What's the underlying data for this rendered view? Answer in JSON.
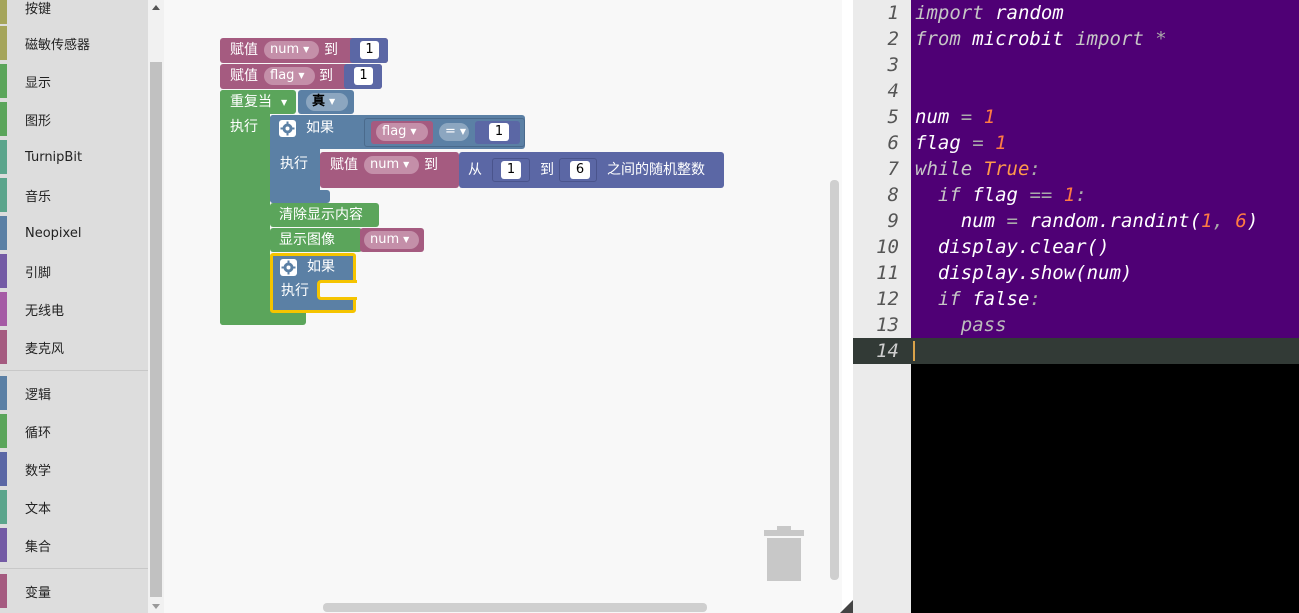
{
  "toolbox": {
    "categories": [
      {
        "label": "按键",
        "color": "#a5a55b"
      },
      {
        "label": "磁敏传感器",
        "color": "#a5a55b"
      },
      {
        "label": "显示",
        "color": "#5ba55b"
      },
      {
        "label": "图形",
        "color": "#5ba55b"
      },
      {
        "label": "TurnipBit",
        "color": "#5ba58c"
      },
      {
        "label": "音乐",
        "color": "#5ba58c"
      },
      {
        "label": "Neopixel",
        "color": "#5b80a5"
      },
      {
        "label": "引脚",
        "color": "#745ba5"
      },
      {
        "label": "无线电",
        "color": "#a55ba5"
      },
      {
        "label": "麦克风",
        "color": "#a55b80"
      },
      {
        "label": "逻辑",
        "color": "#5b80a5"
      },
      {
        "label": "循环",
        "color": "#5ba55b"
      },
      {
        "label": "数学",
        "color": "#5b67a5"
      },
      {
        "label": "文本",
        "color": "#5ba58c"
      },
      {
        "label": "集合",
        "color": "#745ba5"
      },
      {
        "label": "变量",
        "color": "#a55b80"
      }
    ]
  },
  "blocks": {
    "assign": "赋值",
    "to": "到",
    "var_num": "num",
    "var_flag": "flag",
    "one": "1",
    "repeat_while": "重复当",
    "true_val": "真",
    "do": "执行",
    "if": "如果",
    "eq": "=",
    "from": "从",
    "six": "6",
    "random_between": "之间的随机整数",
    "clear_display": "清除显示内容",
    "show_image": "显示图像"
  },
  "editor": {
    "line_numbers": [
      "1",
      "2",
      "3",
      "4",
      "5",
      "6",
      "7",
      "8",
      "9",
      "10",
      "11",
      "12",
      "13",
      "14"
    ],
    "lines": {
      "l1_kw": "import",
      "l1_mod": "random",
      "l2_kw": "from",
      "l2_mod": "microbit",
      "l2_kw2": "import",
      "l2_star": "*",
      "l5_var": "num",
      "l5_eq": "=",
      "l5_val": "1",
      "l6_var": "flag",
      "l6_eq": "=",
      "l6_val": "1",
      "l7_kw": "while",
      "l7_true": "True",
      "l7_colon": ":",
      "l8_kw": "if",
      "l8_var": "flag",
      "l8_op": "==",
      "l8_val": "1",
      "l8_colon": ":",
      "l9_var": "num",
      "l9_eq": "=",
      "l9_call": "random.randint(",
      "l9_a": "1",
      "l9_comma": ",",
      "l9_b": "6",
      "l9_close": ")",
      "l10": "display.clear()",
      "l11": "display.show(num)",
      "l12_kw": "if",
      "l12_val": "false",
      "l12_colon": ":",
      "l13": "pass"
    }
  }
}
